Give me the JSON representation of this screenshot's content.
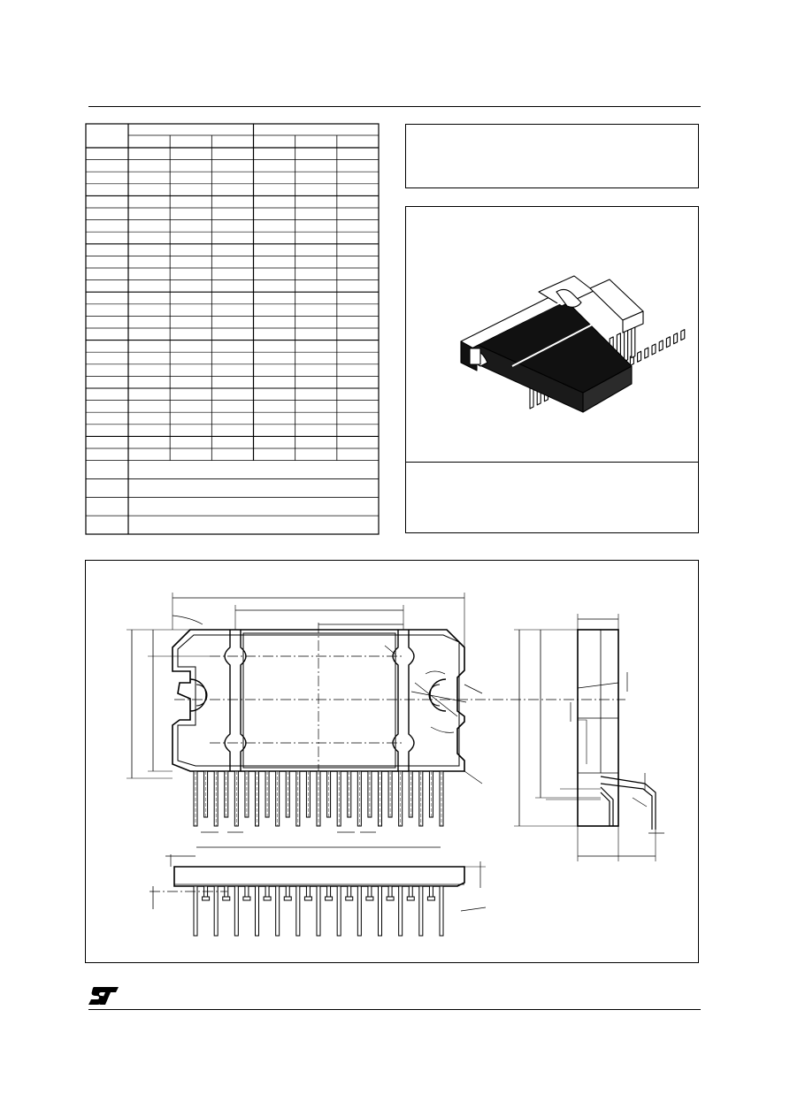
{
  "layout_note_free": true,
  "dimension_table": {
    "header_rows": 2,
    "group_columns": 2,
    "subcolumns_per_group": 3,
    "body_rows": 26,
    "merged_rows": 4
  },
  "package_view": {
    "icon": "ic-package-icon"
  },
  "footer": {
    "logo_icon": "st-logo-icon"
  }
}
